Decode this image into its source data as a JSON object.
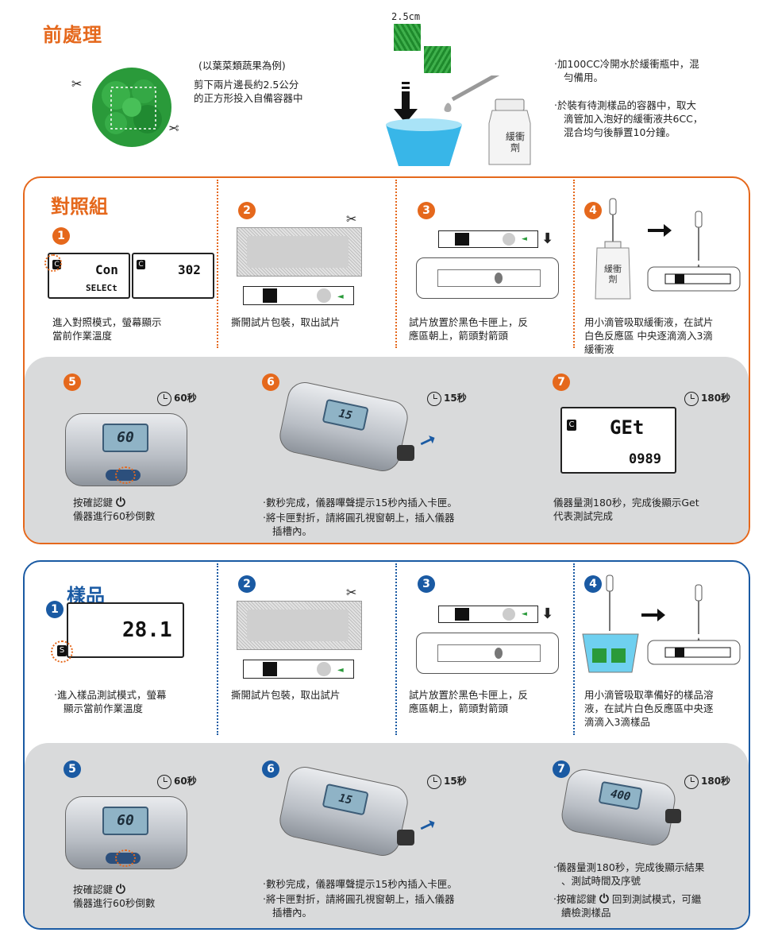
{
  "pre": {
    "title": "前處理",
    "example": "(以葉菜類蔬果為例)",
    "cut_line1": "剪下兩片邊長約2.5公分",
    "cut_line2": "的正方形投入自備容器中",
    "size_label": "2.5cm",
    "bottle_label": "緩衝劑",
    "note1_line1": "‧加100CC冷開水於緩衝瓶中，混",
    "note1_line2": "勻備用。",
    "note2_line1": "‧於裝有待測樣品的容器中，取大",
    "note2_line2": "滴管加入泡好的緩衝液共6CC，",
    "note2_line3": "混合均勻後靜置10分鐘。",
    "colors": {
      "accent": "#e5681c",
      "blue": "#1a5aa3",
      "leaf": "#2a9a3a"
    }
  },
  "control": {
    "title": "對照組",
    "s1_lcd_a_top": "Con",
    "s1_lcd_a_bottom": "SELECt",
    "s1_lcd_b_value": "302",
    "s1_text_line1": "進入對照模式，螢幕顯示",
    "s1_text_line2": "當前作業溫度",
    "s2_text": "撕開試片包裝，取出試片",
    "s3_text_line1": "試片放置於黑色卡匣上，反",
    "s3_text_line2": "應區朝上，箭頭對箭頭",
    "s4_bottle_label": "緩衝劑",
    "s4_text_line1": "用小滴管吸取緩衝液，在試片",
    "s4_text_line2": "白色反應區 中央逐滴滴入3滴",
    "s4_text_line3": "緩衝液",
    "s5_time": "60秒",
    "s5_screen": "60",
    "s5_text_line1": "按確認鍵",
    "s5_text_line2": "儀器進行60秒倒數",
    "s6_time": "15秒",
    "s6_screen": "15",
    "s6_text_line1": "‧數秒完成，儀器嗶聲提示15秒內插入卡匣。",
    "s6_text_line2": "‧將卡匣對折，請將圓孔視窗朝上，插入儀器",
    "s6_text_line3": "插槽內。",
    "s7_time": "180秒",
    "s7_lcd_top": "GEt",
    "s7_lcd_bottom": "0989",
    "s7_text_line1": "儀器量測180秒，完成後顯示Get",
    "s7_text_line2": "代表測試完成"
  },
  "sample": {
    "title": "樣品",
    "s1_lcd_value": "28.1",
    "s1_text_line1": "‧進入樣品測試模式，螢幕",
    "s1_text_line2": "顯示當前作業溫度",
    "s2_text": "撕開試片包裝，取出試片",
    "s3_text_line1": "試片放置於黑色卡匣上，反",
    "s3_text_line2": "應區朝上，箭頭對箭頭",
    "s4_text_line1": "用小滴管吸取準備好的樣品溶",
    "s4_text_line2": "液，在試片白色反應區中央逐",
    "s4_text_line3": "滴滴入3滴樣品",
    "s5_time": "60秒",
    "s5_screen": "60",
    "s5_text_line1": "按確認鍵",
    "s5_text_line2": "儀器進行60秒倒數",
    "s6_time": "15秒",
    "s6_screen": "15",
    "s6_text_line1": "‧數秒完成，儀器嗶聲提示15秒內插入卡匣。",
    "s6_text_line2": "‧將卡匣對折，請將圓孔視窗朝上，插入儀器",
    "s6_text_line3": "插槽內。",
    "s7_time": "180秒",
    "s7_screen": "400",
    "s7_text_line1": "‧儀器量測180秒，完成後顯示結果",
    "s7_text_line2": "、測試時間及序號",
    "s7_text_line3": "‧按確認鍵",
    "s7_text_line3b": "回到測試模式，可繼",
    "s7_text_line4": "續檢測樣品"
  },
  "icons": {
    "scissors": "✂",
    "power": "⏻",
    "arrow_right": "➞",
    "mode_c": "C",
    "mode_s": "S"
  }
}
